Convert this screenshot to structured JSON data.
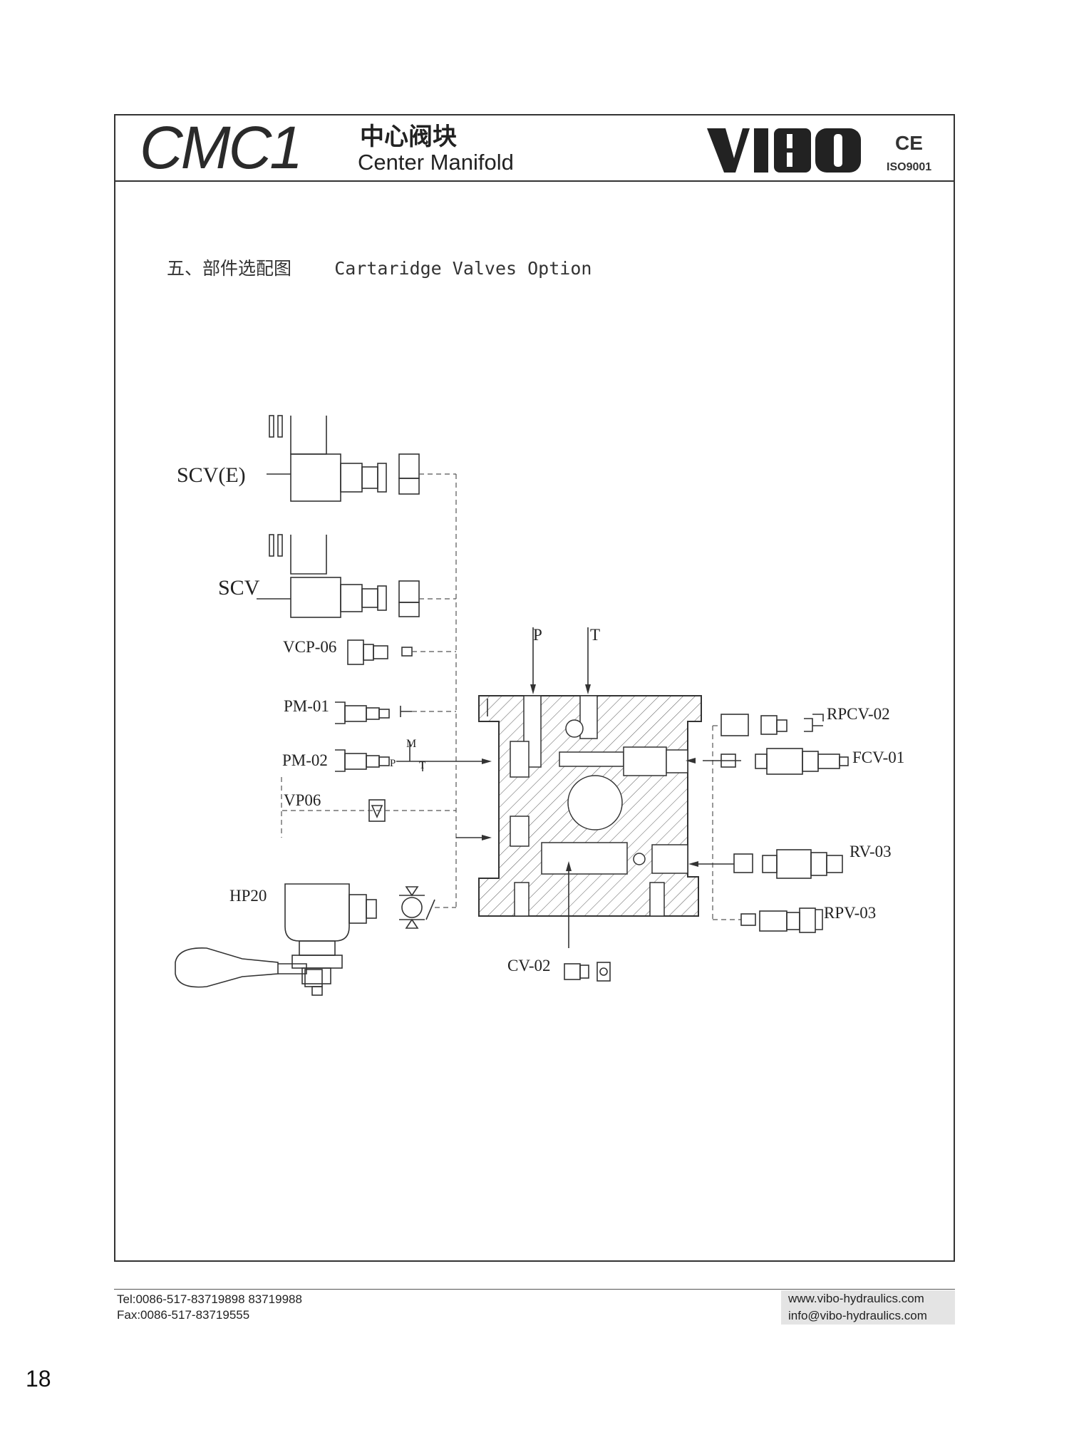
{
  "header": {
    "model": "CMC1",
    "title_cn": "中心阀块",
    "title_en": "Center Manifold",
    "brand": "VIBO",
    "cert_ce": "CE",
    "cert_iso": "ISO9001"
  },
  "section": {
    "title": "五、部件选配图    Cartaridge Valves Option"
  },
  "diagram": {
    "ports": [
      "P",
      "T"
    ],
    "left_components": [
      "SCV(E)",
      "SCV",
      "VCP-06",
      "PM-01",
      "PM-02",
      "VP06",
      "HP20"
    ],
    "right_components": [
      "RPCV-02",
      "FCV-01",
      "RV-03",
      "RPV-03"
    ],
    "bottom_components": [
      "CV-02"
    ],
    "symbol_letters": {
      "m": "M",
      "p": "P",
      "t": "T"
    }
  },
  "footer": {
    "tel": "Tel:0086-517-83719898  83719988",
    "fax": "Fax:0086-517-83719555",
    "web": "www.vibo-hydraulics.com",
    "email": "info@vibo-hydraulics.com"
  },
  "page_number": "18",
  "colors": {
    "frame": "#333333",
    "contact_bg": "#e4e4e4"
  }
}
